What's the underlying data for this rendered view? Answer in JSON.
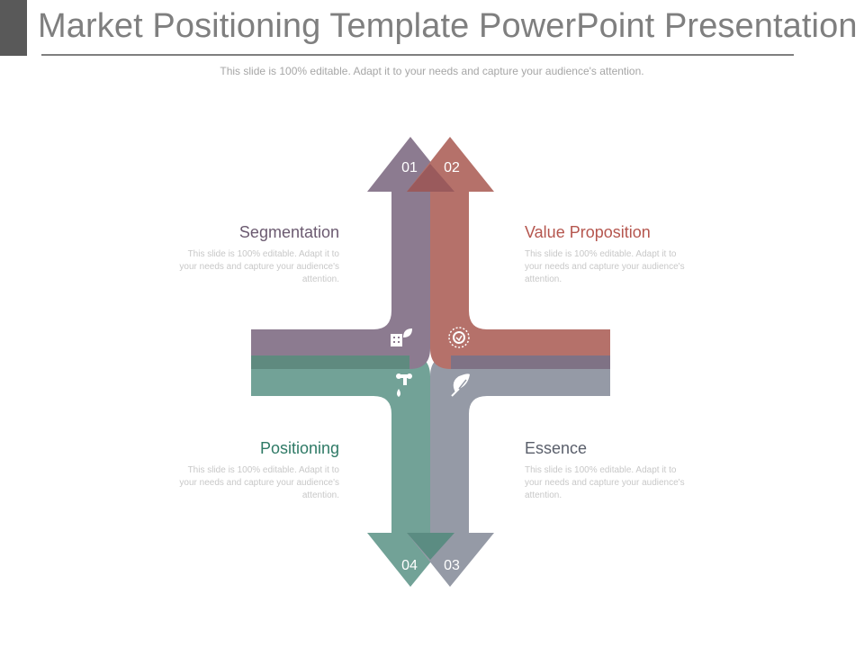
{
  "slide": {
    "title": "Market Positioning Template PowerPoint Presentation",
    "subtitle": "This slide is 100% editable. Adapt it to your needs and capture your audience's attention."
  },
  "items": [
    {
      "number": "01",
      "title": "Segmentation",
      "text": "This slide is 100% editable. Adapt it to your needs and capture your audience's attention.",
      "color": "#8c7b90",
      "icon": "building-leaf-icon"
    },
    {
      "number": "02",
      "title": "Value  Proposition",
      "text": "This slide is 100% editable. Adapt it to your needs and capture your audience's attention.",
      "color": "#b5716a",
      "icon": "recycle-gear-icon"
    },
    {
      "number": "03",
      "title": "Essence",
      "text": "This slide is 100% editable. Adapt it to your needs and capture your audience's attention.",
      "color": "#959aa6",
      "icon": "leaf-hand-icon"
    },
    {
      "number": "04",
      "title": "Positioning",
      "text": "This slide is 100% editable. Adapt it to your needs and capture your audience's attention.",
      "color": "#72a297",
      "icon": "water-tap-icon"
    }
  ],
  "colors": {
    "title_text": "#7f7f7f",
    "corner_block": "#595959",
    "desc_text": "#c8c8c8"
  }
}
